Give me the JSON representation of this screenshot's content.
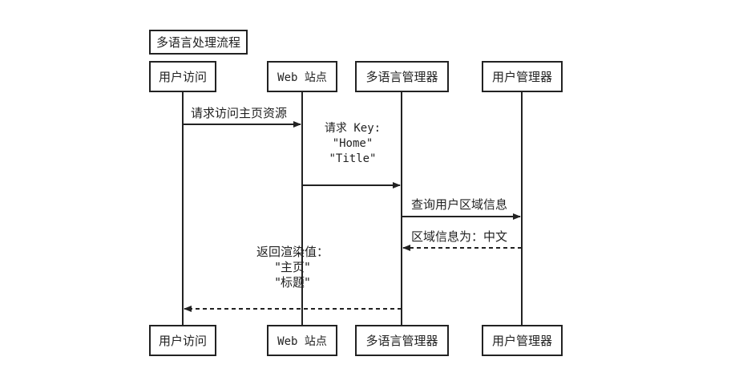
{
  "title": "多语言处理流程",
  "participants": [
    {
      "id": "user",
      "label": "用户访问"
    },
    {
      "id": "web",
      "label": "Web 站点"
    },
    {
      "id": "i18n",
      "label": "多语言管理器"
    },
    {
      "id": "usermgr",
      "label": "用户管理器"
    }
  ],
  "messages": [
    {
      "from": "user",
      "to": "web",
      "style": "solid",
      "lines": [
        "请求访问主页资源"
      ]
    },
    {
      "from": "web",
      "to": "i18n",
      "style": "solid",
      "lines": [
        "请求 Key:",
        "\"Home\"",
        "\"Title\""
      ]
    },
    {
      "from": "i18n",
      "to": "usermgr",
      "style": "solid",
      "lines": [
        "查询用户区域信息"
      ]
    },
    {
      "from": "usermgr",
      "to": "i18n",
      "style": "dashed",
      "lines": [
        "区域信息为：中文"
      ]
    },
    {
      "from": "i18n",
      "to": "user",
      "style": "dashed",
      "lines": [
        "返回渲染值：",
        "\"主页\"",
        "\"标题\""
      ]
    }
  ],
  "colors": {
    "line": "#222222",
    "background": "#ffffff"
  }
}
